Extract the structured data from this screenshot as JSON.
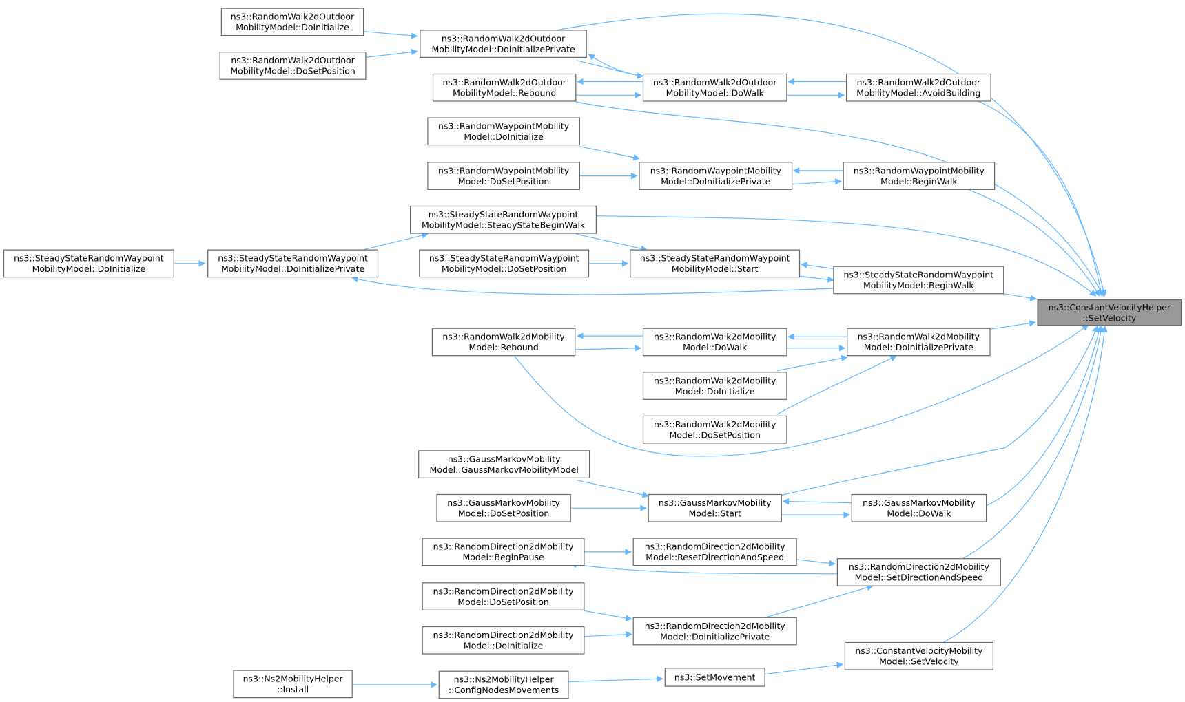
{
  "colors": {
    "edge": "#63b8ff",
    "node_border": "#666666",
    "node_fill": "#ffffff",
    "focus_fill": "#999999"
  },
  "nodes": {
    "target": [
      "ns3::ConstantVelocityHelper",
      "::SetVelocity"
    ],
    "rw2o_init": [
      "ns3::RandomWalk2dOutdoor",
      "MobilityModel::DoInitialize"
    ],
    "rw2o_setpos": [
      "ns3::RandomWalk2dOutdoor",
      "MobilityModel::DoSetPosition"
    ],
    "rw2o_initpriv": [
      "ns3::RandomWalk2dOutdoor",
      "MobilityModel::DoInitializePrivate"
    ],
    "rw2o_rebound": [
      "ns3::RandomWalk2dOutdoor",
      "MobilityModel::Rebound"
    ],
    "rw2o_dowalk": [
      "ns3::RandomWalk2dOutdoor",
      "MobilityModel::DoWalk"
    ],
    "rw2o_avoid": [
      "ns3::RandomWalk2dOutdoor",
      "MobilityModel::AvoidBuilding"
    ],
    "rwp_init": [
      "ns3::RandomWaypointMobility",
      "Model::DoInitialize"
    ],
    "rwp_setpos": [
      "ns3::RandomWaypointMobility",
      "Model::DoSetPosition"
    ],
    "rwp_initpriv": [
      "ns3::RandomWaypointMobility",
      "Model::DoInitializePrivate"
    ],
    "rwp_begin": [
      "ns3::RandomWaypointMobility",
      "Model::BeginWalk"
    ],
    "ss_ssbegin": [
      "ns3::SteadyStateRandomWaypoint",
      "MobilityModel::SteadyStateBeginWalk"
    ],
    "ss_init": [
      "ns3::SteadyStateRandomWaypoint",
      "MobilityModel::DoInitialize"
    ],
    "ss_initpriv": [
      "ns3::SteadyStateRandomWaypoint",
      "MobilityModel::DoInitializePrivate"
    ],
    "ss_setpos": [
      "ns3::SteadyStateRandomWaypoint",
      "MobilityModel::DoSetPosition"
    ],
    "ss_start": [
      "ns3::SteadyStateRandomWaypoint",
      "MobilityModel::Start"
    ],
    "ss_begin": [
      "ns3::SteadyStateRandomWaypoint",
      "MobilityModel::BeginWalk"
    ],
    "rw2_rebound": [
      "ns3::RandomWalk2dMobility",
      "Model::Rebound"
    ],
    "rw2_dowalk": [
      "ns3::RandomWalk2dMobility",
      "Model::DoWalk"
    ],
    "rw2_initpriv": [
      "ns3::RandomWalk2dMobility",
      "Model::DoInitializePrivate"
    ],
    "rw2_init": [
      "ns3::RandomWalk2dMobility",
      "Model::DoInitialize"
    ],
    "rw2_setpos": [
      "ns3::RandomWalk2dMobility",
      "Model::DoSetPosition"
    ],
    "gm_ctor": [
      "ns3::GaussMarkovMobility",
      "Model::GaussMarkovMobilityModel"
    ],
    "gm_setpos": [
      "ns3::GaussMarkovMobility",
      "Model::DoSetPosition"
    ],
    "gm_start": [
      "ns3::GaussMarkovMobility",
      "Model::Start"
    ],
    "gm_dowalk": [
      "ns3::GaussMarkovMobility",
      "Model::DoWalk"
    ],
    "rd_pause": [
      "ns3::RandomDirection2dMobility",
      "Model::BeginPause"
    ],
    "rd_reset": [
      "ns3::RandomDirection2dMobility",
      "Model::ResetDirectionAndSpeed"
    ],
    "rd_setdir": [
      "ns3::RandomDirection2dMobility",
      "Model::SetDirectionAndSpeed"
    ],
    "rd_setpos": [
      "ns3::RandomDirection2dMobility",
      "Model::DoSetPosition"
    ],
    "rd_init": [
      "ns3::RandomDirection2dMobility",
      "Model::DoInitialize"
    ],
    "rd_initpriv": [
      "ns3::RandomDirection2dMobility",
      "Model::DoInitializePrivate"
    ],
    "cvm_setvel": [
      "ns3::ConstantVelocityMobility",
      "Model::SetVelocity"
    ],
    "ns2_install": [
      "ns3::Ns2MobilityHelper",
      "::Install"
    ],
    "ns2_config": [
      "ns3::Ns2MobilityHelper",
      "::ConfigNodesMovements"
    ],
    "setmovement": [
      "ns3::SetMovement"
    ]
  }
}
